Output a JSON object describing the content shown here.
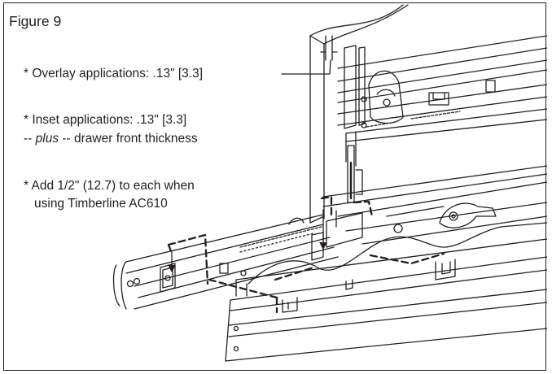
{
  "figure": {
    "title": "Figure 9",
    "notes": {
      "overlay": "* Overlay applications: .13\" [3.3]",
      "inset_line1": "* Inset applications: .13\" [3.3]",
      "inset_line2_prefix": "-- ",
      "inset_line2_italic": "plus",
      "inset_line2_suffix": " -- drawer front thickness",
      "add_line1": "* Add 1/2\" (12.7) to each when",
      "add_line2": "using Timberline AC610"
    }
  },
  "colors": {
    "ink": "#231f20",
    "background": "#ffffff"
  }
}
